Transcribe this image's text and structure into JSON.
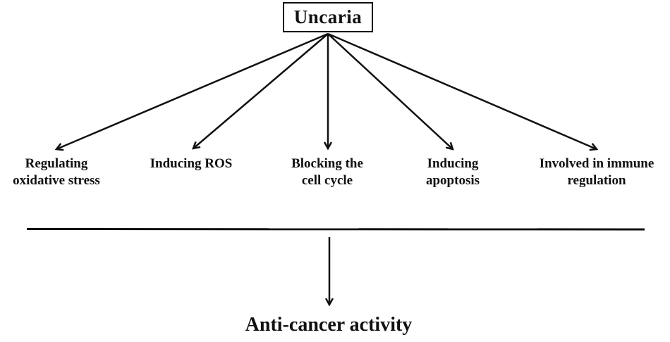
{
  "diagram": {
    "root": {
      "label": "Uncaria"
    },
    "mechanisms": [
      {
        "id": "oxidative-stress",
        "label": "Regulating\noxidative stress"
      },
      {
        "id": "ros",
        "label": "Inducing  ROS"
      },
      {
        "id": "cell-cycle",
        "label": "Blocking the\ncell cycle"
      },
      {
        "id": "apoptosis",
        "label": "Inducing\napoptosis"
      },
      {
        "id": "immune",
        "label": "Involved in immune\nregulation"
      }
    ],
    "outcome": {
      "label": "Anti-cancer activity"
    },
    "colors": {
      "stroke": "#111111",
      "background": "#ffffff"
    }
  }
}
